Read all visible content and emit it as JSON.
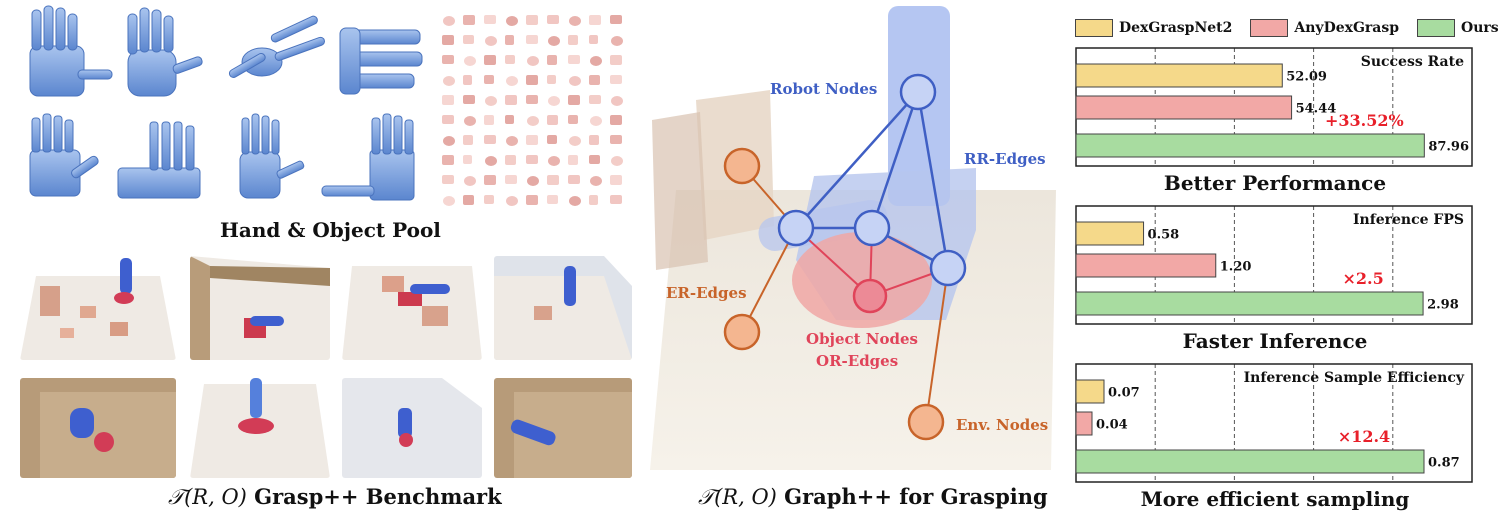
{
  "left_panel": {
    "pool_caption": "Hand & Object Pool",
    "benchmark_caption_math": "𝒯(R, O)",
    "benchmark_caption_text": "Grasp++ Benchmark"
  },
  "middle_panel": {
    "caption_math": "𝒯(R, O)",
    "caption_text": "Graph++ for Grasping",
    "labels": {
      "robot_nodes": "Robot Nodes",
      "rr_edges": "RR-Edges",
      "er_edges": "ER-Edges",
      "object_nodes": "Object Nodes",
      "or_edges": "OR-Edges",
      "env_nodes": "Env. Nodes"
    }
  },
  "legend": [
    {
      "name": "DexGraspNet2",
      "color": "#f5d98a"
    },
    {
      "name": "AnyDexGrasp",
      "color": "#f2a8a6"
    },
    {
      "name": "Ours",
      "color": "#a8dca0"
    }
  ],
  "colors": {
    "robot": "#3f5fc4",
    "object": "#e0445a",
    "env": "#c8642a",
    "highlight": "#e8202a"
  },
  "chart_data": [
    {
      "type": "bar",
      "orientation": "horizontal",
      "title": "Better Performance",
      "inner_label": "Success Rate",
      "categories": [
        "DexGraspNet2",
        "AnyDexGrasp",
        "Ours"
      ],
      "values": [
        52.09,
        54.44,
        87.96
      ],
      "value_labels": [
        "52.09",
        "54.44",
        "87.96"
      ],
      "xlim": [
        0,
        100
      ],
      "grid": true,
      "annotation": "+33.52%"
    },
    {
      "type": "bar",
      "orientation": "horizontal",
      "title": "Faster Inference",
      "inner_label": "Inference FPS",
      "categories": [
        "DexGraspNet2",
        "AnyDexGrasp",
        "Ours"
      ],
      "values": [
        0.58,
        1.2,
        2.98
      ],
      "value_labels": [
        "0.58",
        "1.20",
        "2.98"
      ],
      "xlim": [
        0,
        3.4
      ],
      "grid": true,
      "annotation": "×2.5"
    },
    {
      "type": "bar",
      "orientation": "horizontal",
      "title": "More efficient sampling",
      "inner_label": "Inference Sample Efficiency",
      "categories": [
        "DexGraspNet2",
        "AnyDexGrasp",
        "Ours"
      ],
      "values": [
        0.07,
        0.04,
        0.87
      ],
      "value_labels": [
        "0.07",
        "0.04",
        "0.87"
      ],
      "xlim": [
        0,
        0.99
      ],
      "grid": true,
      "annotation": "×12.4"
    }
  ]
}
